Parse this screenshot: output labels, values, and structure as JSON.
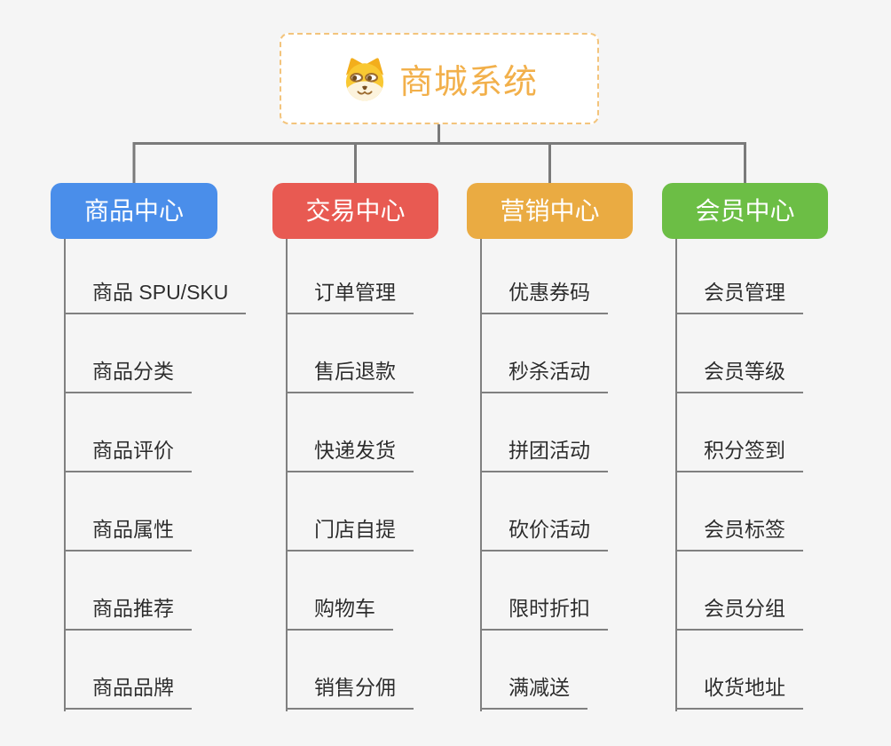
{
  "canvas": {
    "background": "#f5f5f5",
    "connector_color": "#7a7a7a",
    "line_color": "#808080"
  },
  "root": {
    "title": "商城系统",
    "icon": "shiba-dog-icon",
    "text_color": "#f2b04b",
    "border_color": "#f3c47c",
    "background": "#ffffff"
  },
  "branches": [
    {
      "label": "商品中心",
      "color": "#4a8eea",
      "text_color": "#ffffff",
      "items": [
        "商品 SPU/SKU",
        "商品分类",
        "商品评价",
        "商品属性",
        "商品推荐",
        "商品品牌"
      ]
    },
    {
      "label": "交易中心",
      "color": "#e85a52",
      "text_color": "#ffffff",
      "items": [
        "订单管理",
        "售后退款",
        "快递发货",
        "门店自提",
        "购物车",
        "销售分佣"
      ]
    },
    {
      "label": "营销中心",
      "color": "#eaab42",
      "text_color": "#ffffff",
      "items": [
        "优惠券码",
        "秒杀活动",
        "拼团活动",
        "砍价活动",
        "限时折扣",
        "满减送"
      ]
    },
    {
      "label": "会员中心",
      "color": "#6cbe45",
      "text_color": "#ffffff",
      "items": [
        "会员管理",
        "会员等级",
        "积分签到",
        "会员标签",
        "会员分组",
        "收货地址"
      ]
    }
  ]
}
